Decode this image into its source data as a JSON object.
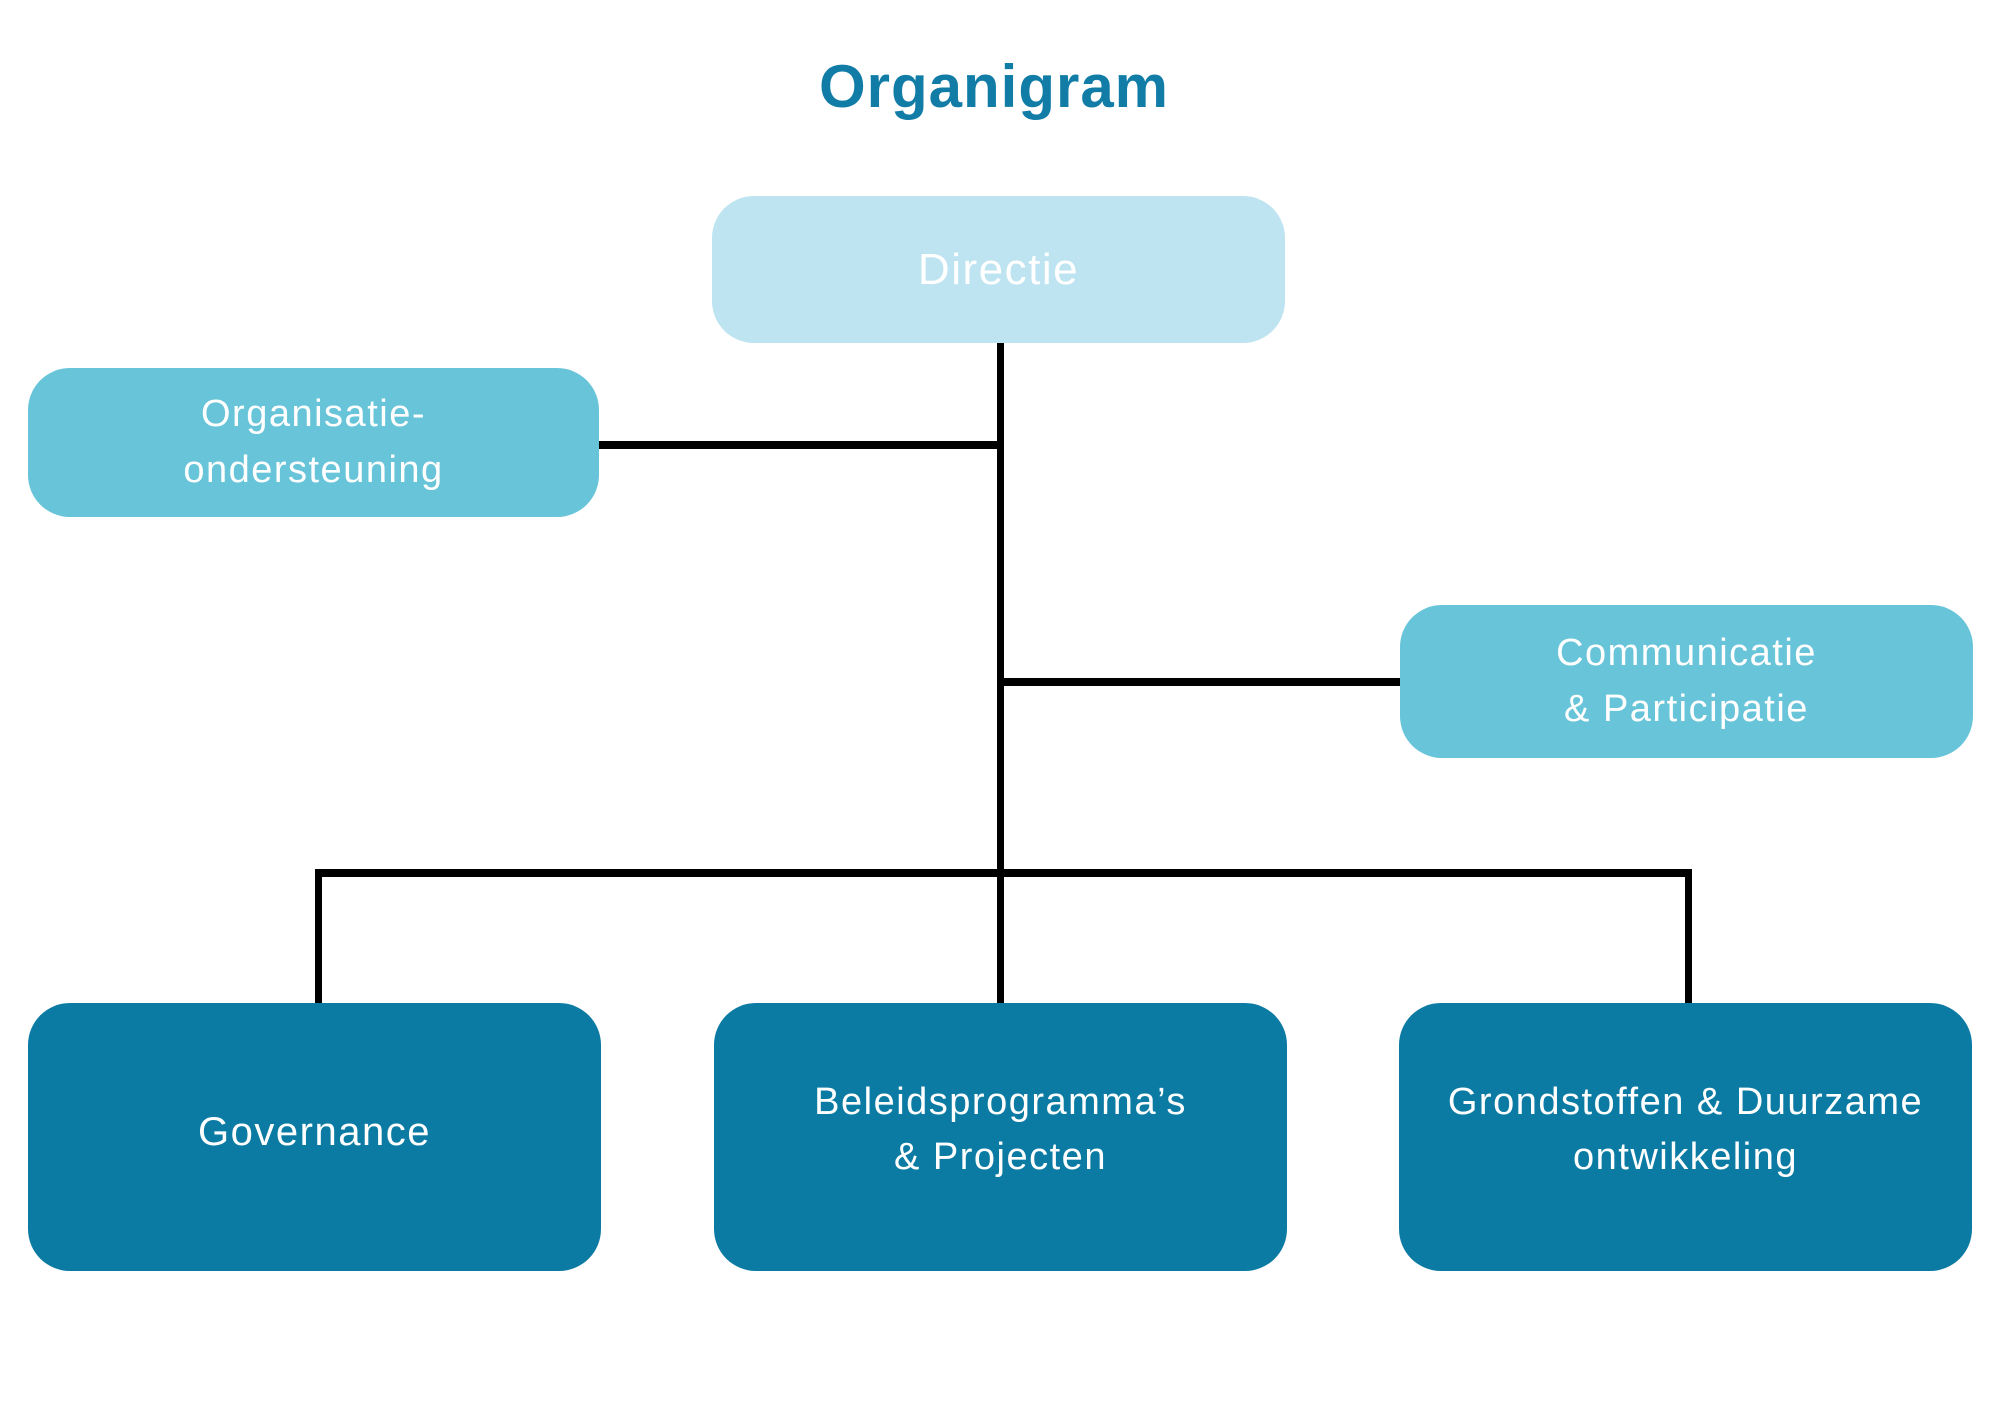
{
  "title": "Organigram",
  "colors": {
    "title_text": "#117DA7",
    "level1_fill": "#BEE4F1",
    "level2_fill": "#68C4D9",
    "level3_fill": "#0B7BA3",
    "connector": "#000000",
    "box_text": "#FFFFFF"
  },
  "nodes": {
    "directie": {
      "label": "Directie",
      "level": 1
    },
    "organisatie": {
      "label": "Organisatie-\nondersteuning",
      "level": 2
    },
    "communicatie": {
      "label": "Communicatie\n& Participatie",
      "level": 2
    },
    "governance": {
      "label": "Governance",
      "level": 3
    },
    "beleid": {
      "label": "Beleidsprogramma’s\n& Projecten",
      "level": 3
    },
    "grondstoffen": {
      "label": "Grondstoffen & Duurzame\nontwikkeling",
      "level": 3
    }
  },
  "hierarchy": {
    "root": "Directie",
    "children_of_root": [
      "Organisatie-ondersteuning",
      "Communicatie & Participatie",
      "Governance",
      "Beleidsprogramma’s & Projecten",
      "Grondstoffen & Duurzame ontwikkeling"
    ]
  }
}
